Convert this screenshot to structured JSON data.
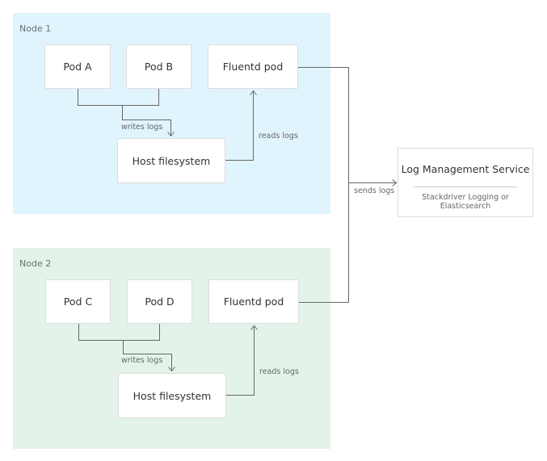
{
  "colors": {
    "node1_fill": "#e0f4fd",
    "node2_fill": "#e3f3ea",
    "box_border": "#dddddd",
    "connector": "#666666"
  },
  "nodes": [
    {
      "label": "Node 1",
      "pods": [
        "Pod A",
        "Pod B"
      ],
      "fluentd": "Fluentd pod",
      "host_fs": "Host filesystem",
      "writes_label": "writes logs",
      "reads_label": "reads logs"
    },
    {
      "label": "Node 2",
      "pods": [
        "Pod C",
        "Pod D"
      ],
      "fluentd": "Fluentd pod",
      "host_fs": "Host filesystem",
      "writes_label": "writes logs",
      "reads_label": "reads logs"
    }
  ],
  "sends_label": "sends logs",
  "service": {
    "title": "Log Management Service",
    "subtitle_line1": "Stackdriver Logging or",
    "subtitle_line2": "Elasticsearch"
  }
}
